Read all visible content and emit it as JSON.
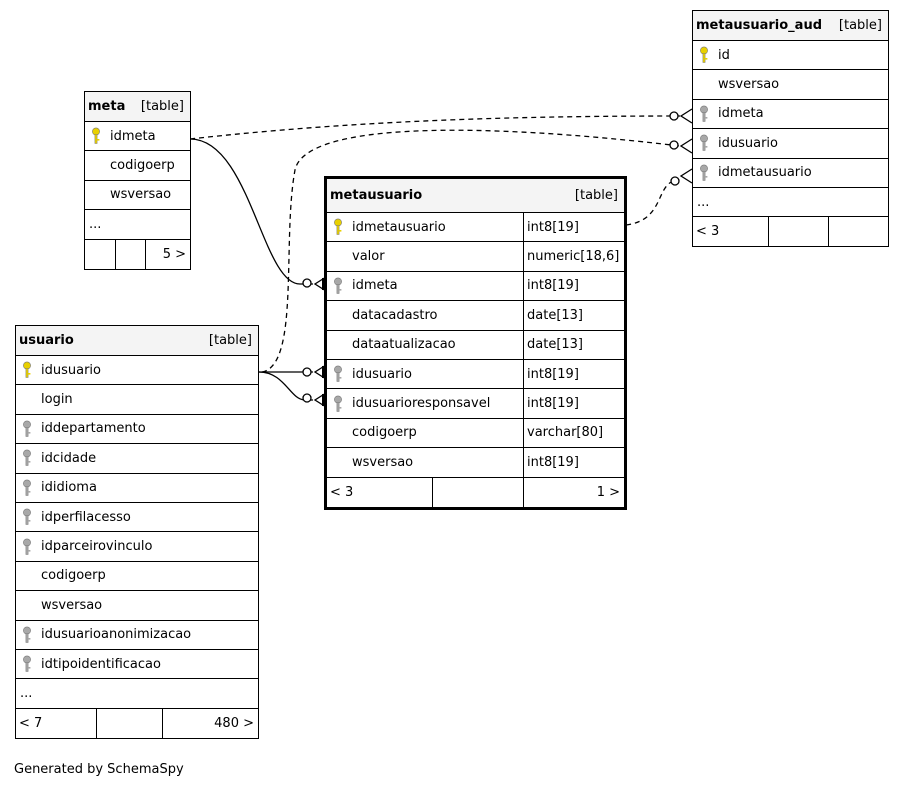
{
  "tables": {
    "meta": {
      "name": "meta",
      "kind": "[table]",
      "rows": [
        {
          "name": "idmeta",
          "icon": "primary-key-icon"
        },
        {
          "name": "codigoerp",
          "icon": ""
        },
        {
          "name": "wsversao",
          "icon": ""
        }
      ],
      "ellipsis": "...",
      "footer": [
        "",
        "",
        "5 >"
      ]
    },
    "usuario": {
      "name": "usuario",
      "kind": "[table]",
      "rows": [
        {
          "name": "idusuario",
          "icon": "primary-key-icon"
        },
        {
          "name": "login",
          "icon": ""
        },
        {
          "name": "iddepartamento",
          "icon": "foreign-key-icon"
        },
        {
          "name": "idcidade",
          "icon": "foreign-key-icon"
        },
        {
          "name": "ididioma",
          "icon": "foreign-key-icon"
        },
        {
          "name": "idperfilacesso",
          "icon": "foreign-key-icon"
        },
        {
          "name": "idparceirovinculo",
          "icon": "foreign-key-icon"
        },
        {
          "name": "codigoerp",
          "icon": ""
        },
        {
          "name": "wsversao",
          "icon": ""
        },
        {
          "name": "idusuarioanonimizacao",
          "icon": "foreign-key-icon"
        },
        {
          "name": "idtipoidentificacao",
          "icon": "foreign-key-icon"
        }
      ],
      "ellipsis": "...",
      "footer": [
        "< 7",
        "",
        "480 >"
      ]
    },
    "metausuario": {
      "name": "metausuario",
      "kind": "[table]",
      "rows": [
        {
          "name": "idmetausuario",
          "icon": "primary-key-icon",
          "type": "int8[19]"
        },
        {
          "name": "valor",
          "icon": "",
          "type": "numeric[18,6]"
        },
        {
          "name": "idmeta",
          "icon": "foreign-key-icon",
          "type": "int8[19]"
        },
        {
          "name": "datacadastro",
          "icon": "",
          "type": "date[13]"
        },
        {
          "name": "dataatualizacao",
          "icon": "",
          "type": "date[13]"
        },
        {
          "name": "idusuario",
          "icon": "foreign-key-icon",
          "type": "int8[19]"
        },
        {
          "name": "idusuarioresponsavel",
          "icon": "foreign-key-icon",
          "type": "int8[19]"
        },
        {
          "name": "codigoerp",
          "icon": "",
          "type": "varchar[80]"
        },
        {
          "name": "wsversao",
          "icon": "",
          "type": "int8[19]"
        }
      ],
      "footer": [
        "< 3",
        "",
        "1 >"
      ]
    },
    "metausuario_aud": {
      "name": "metausuario_aud",
      "kind": "[table]",
      "rows": [
        {
          "name": "id",
          "icon": "primary-key-icon"
        },
        {
          "name": "wsversao",
          "icon": ""
        },
        {
          "name": "idmeta",
          "icon": "foreign-key-icon"
        },
        {
          "name": "idusuario",
          "icon": "foreign-key-icon"
        },
        {
          "name": "idmetausuario",
          "icon": "foreign-key-icon"
        }
      ],
      "ellipsis": "...",
      "footer": [
        "< 3",
        "",
        ""
      ]
    }
  },
  "colors": {
    "primary_key": "#e8d000",
    "foreign_key": "#a8a8a8",
    "header_bg": "#f4f4f4"
  },
  "generated_by": "Generated by SchemaSpy"
}
